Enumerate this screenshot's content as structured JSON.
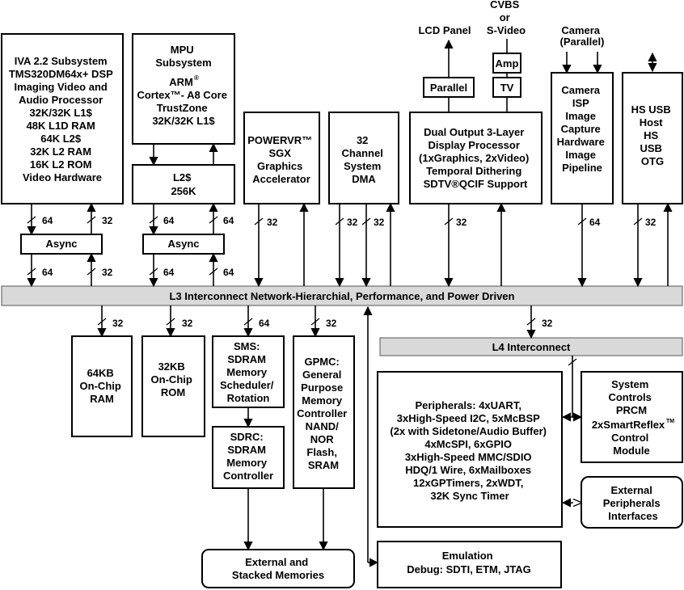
{
  "blocks": {
    "iva": [
      "IVA 2.2 Subsystem",
      "TMS320DM64x+ DSP",
      "Imaging Video and",
      "Audio Processor",
      "32K/32K L1$",
      "48K L1D RAM",
      "64K L2$",
      "32K L2 RAM",
      "16K L2 ROM",
      "Video Hardware"
    ],
    "mpu_top": [
      "MPU",
      "Subsystem"
    ],
    "mpu_arm": "ARM",
    "mpu_reg": "®",
    "mpu_rest": [
      "Cortex™- A8 Core",
      "TrustZone",
      "32K/32K L1$"
    ],
    "l2": [
      "L2$",
      "256K"
    ],
    "async": "Async",
    "powervr": [
      "POWERVR™",
      "SGX",
      "Graphics",
      "Accelerator"
    ],
    "dma": [
      "32",
      "Channel",
      "System",
      "DMA"
    ],
    "display": [
      "Dual Output 3-Layer",
      "Display Processor",
      "(1xGraphics, 2xVideo)",
      "Temporal Dithering",
      "SDTV®QCIF Support"
    ],
    "camera_isp": [
      "Camera",
      "ISP",
      "Image",
      "Capture",
      "Hardware",
      "Image",
      "Pipeline"
    ],
    "hsusb": [
      "HS USB",
      "Host",
      "HS",
      "USB",
      "OTG"
    ],
    "lcd_panel": "LCD Panel",
    "parallel": "Parallel",
    "cvbs": [
      "CVBS",
      "or",
      "S-Video"
    ],
    "amp": "Amp",
    "tv": "TV",
    "camera_ext": [
      "Camera",
      "(Parallel)"
    ],
    "l3": "L3 Interconnect Network-Hierarchial, Performance, and Power Driven",
    "l4": "L4 Interconnect",
    "ram": [
      "64KB",
      "On-Chip",
      "RAM"
    ],
    "rom": [
      "32KB",
      "On-Chip",
      "ROM"
    ],
    "sms": [
      "SMS:",
      "SDRAM",
      "Memory",
      "Scheduler/",
      "Rotation"
    ],
    "sdrc": [
      "SDRC:",
      "SDRAM",
      "Memory",
      "Controller"
    ],
    "gpmc": [
      "GPMC:",
      "General",
      "Purpose",
      "Memory",
      "Controller",
      "NAND/",
      "NOR",
      "Flash,",
      "SRAM"
    ],
    "ext_mem": [
      "External and",
      "Stacked Memories"
    ],
    "peripherals": [
      "Peripherals: 4xUART,",
      "3xHigh-Speed I2C, 5xMcBSP",
      "(2x with Sidetone/Audio Buffer)",
      "4xMcSPI, 6xGPIO",
      "3xHigh-Speed MMC/SDIO",
      "HDQ/1 Wire, 6xMailboxes",
      "12xGPTimers, 2xWDT,",
      "32K Sync Timer"
    ],
    "sysctrl_top": [
      "System",
      "Controls",
      "PRCM"
    ],
    "sysctrl_sr": "2xSmartReflex",
    "sysctrl_tm": "TM",
    "sysctrl_bottom": [
      "Control",
      "Module"
    ],
    "ext_periph": [
      "External",
      "Peripherals",
      "Interfaces"
    ],
    "emulation": [
      "Emulation",
      "Debug: SDTI, ETM, JTAG"
    ]
  },
  "bus_widths": {
    "iva_up": "64",
    "iva_down": "32",
    "iva_l3_up": "64",
    "iva_l3_down": "32",
    "mpu_l2_a": "64",
    "mpu_l2_b": "64",
    "mpu_l3_a": "64",
    "mpu_l3_b": "64",
    "sgx": "32",
    "dma_a": "32",
    "dma_b": "32",
    "display": "32",
    "camera": "64",
    "usb": "32",
    "ram": "32",
    "rom": "32",
    "sms": "64",
    "gpmc": "32",
    "l4": "32"
  }
}
